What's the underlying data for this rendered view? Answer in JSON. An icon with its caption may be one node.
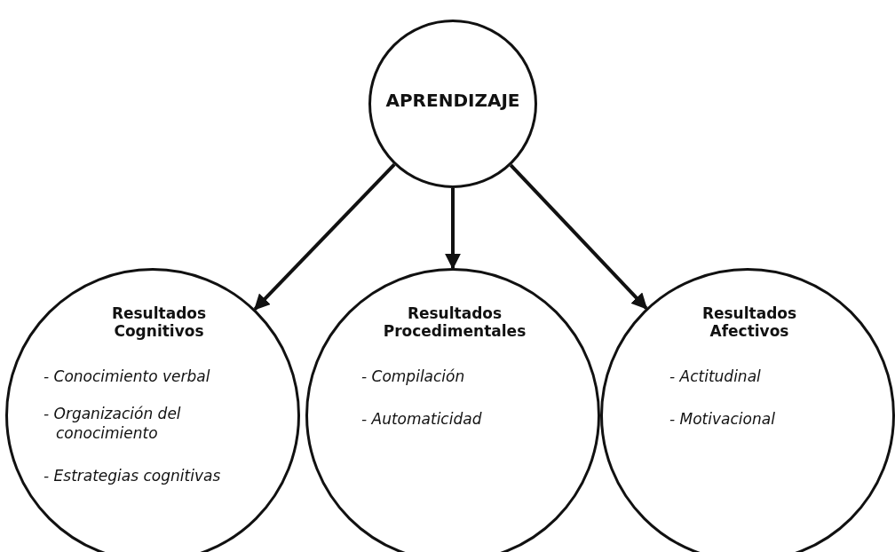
{
  "diagram": {
    "nodes": [
      {
        "text": [
          "APRENDIZAJE"
        ]
      },
      {
        "text": [
          "Resultados Cognitivos",
          "- Conocimiento verbal",
          "- Organización del conocimiento",
          "- Estrategias cognitivas"
        ]
      },
      {
        "text": [
          "Resultados Procedimentales",
          "- Compilación",
          "- Automaticidad"
        ]
      },
      {
        "text": [
          "Resultados Afectivos",
          "- Actitudinal",
          "- Motivacional"
        ]
      }
    ],
    "edges": [
      {
        "from": 0,
        "to": 1,
        "arrow": "to"
      },
      {
        "from": 0,
        "to": 2,
        "arrow": "to"
      },
      {
        "from": 0,
        "to": 3,
        "arrow": "to"
      }
    ]
  }
}
